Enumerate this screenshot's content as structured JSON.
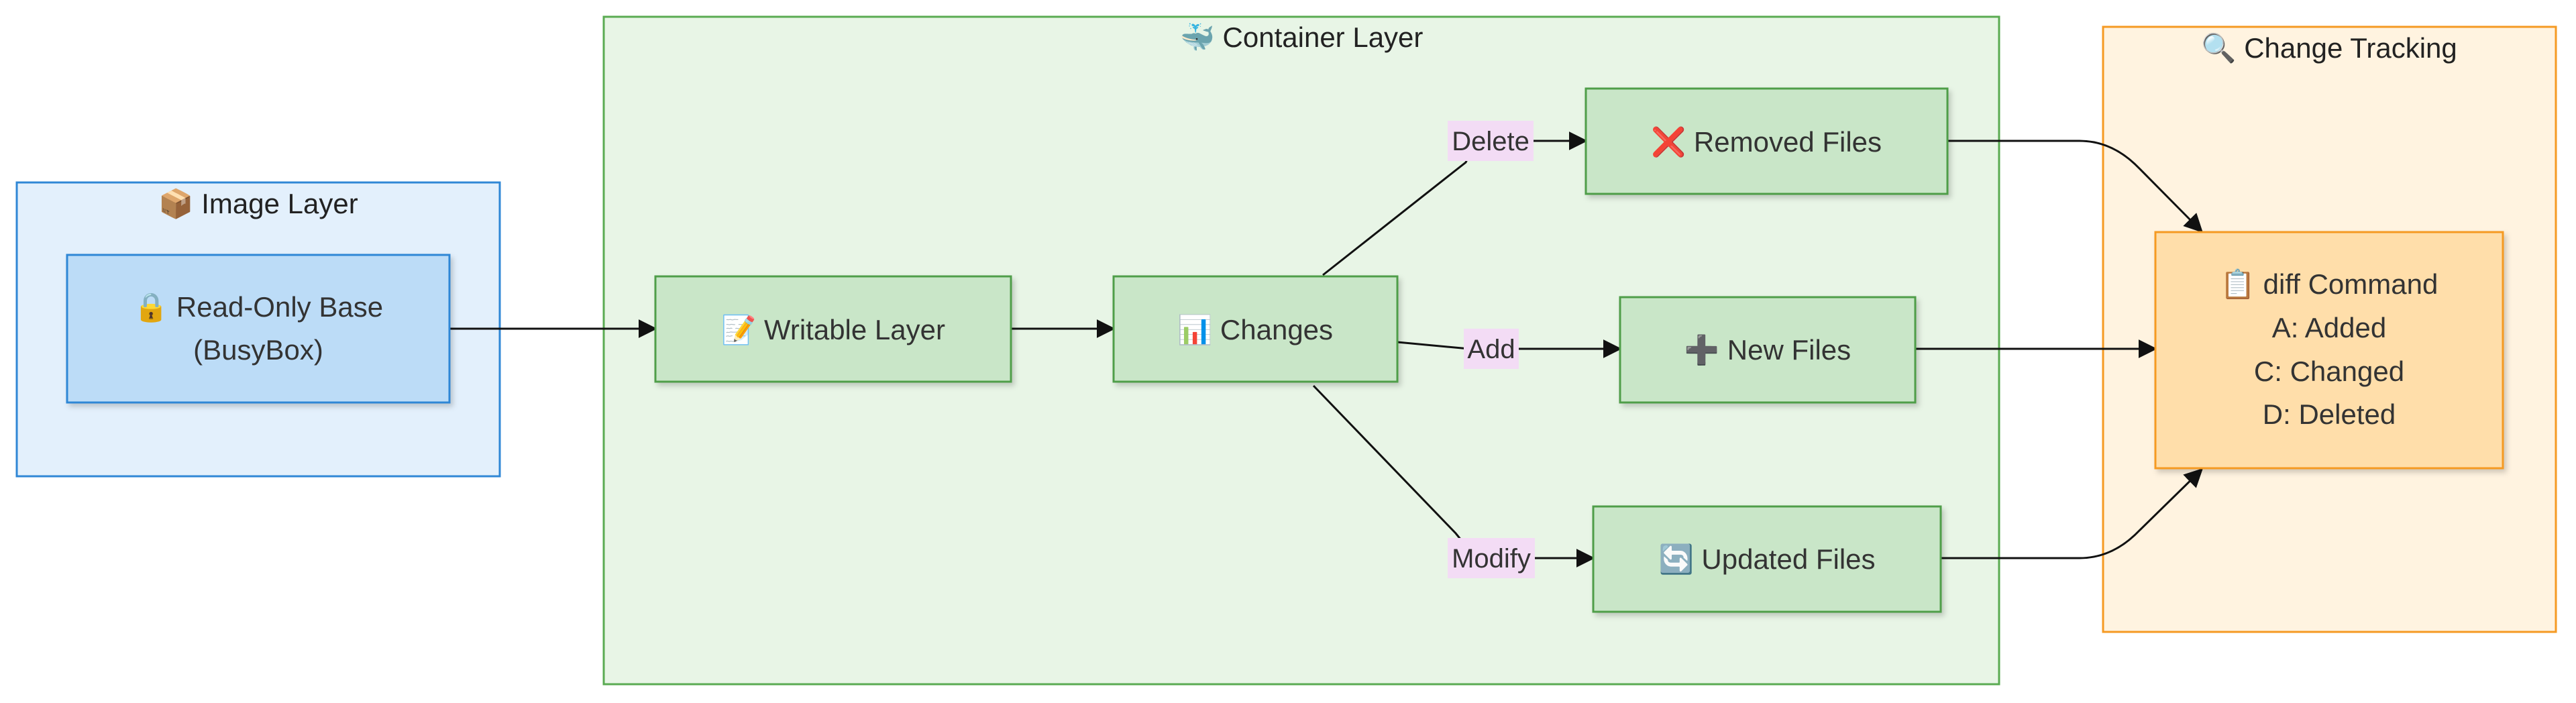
{
  "clusters": {
    "image_layer": {
      "title": "📦 Image Layer",
      "fill": "#e3f0fc",
      "stroke": "#2f87d6"
    },
    "container_layer": {
      "title": "🐳 Container Layer",
      "fill": "#e8f5e6",
      "stroke": "#5aab52"
    },
    "change_tracking": {
      "title": "🔍 Change Tracking",
      "fill": "#fff3e0",
      "stroke": "#f59a23"
    }
  },
  "nodes": {
    "readonly_base": {
      "line1": "🔒 Read-Only Base",
      "line2": "(BusyBox)",
      "fill": "#bcdcf7",
      "stroke": "#2f87d6"
    },
    "writable_layer": {
      "label": "📝 Writable Layer",
      "fill": "#c9e6c8",
      "stroke": "#4f9e48"
    },
    "changes": {
      "label": "📊 Changes",
      "fill": "#c9e6c8",
      "stroke": "#4f9e48"
    },
    "removed_files": {
      "label": "❌ Removed Files",
      "fill": "#c9e6c8",
      "stroke": "#4f9e48"
    },
    "new_files": {
      "label": "➕ New Files",
      "fill": "#c9e6c8",
      "stroke": "#4f9e48"
    },
    "updated_files": {
      "label": "🔄 Updated Files",
      "fill": "#c9e6c8",
      "stroke": "#4f9e48"
    },
    "diff_command": {
      "line1": "📋 diff Command",
      "line2": "A: Added",
      "line3": "C: Changed",
      "line4": "D: Deleted",
      "fill": "#ffdeaa",
      "stroke": "#f59a23"
    }
  },
  "edge_labels": {
    "delete": "Delete",
    "add": "Add",
    "modify": "Modify",
    "label_fill": "#f3dcf5"
  },
  "edge_color": "#111111"
}
